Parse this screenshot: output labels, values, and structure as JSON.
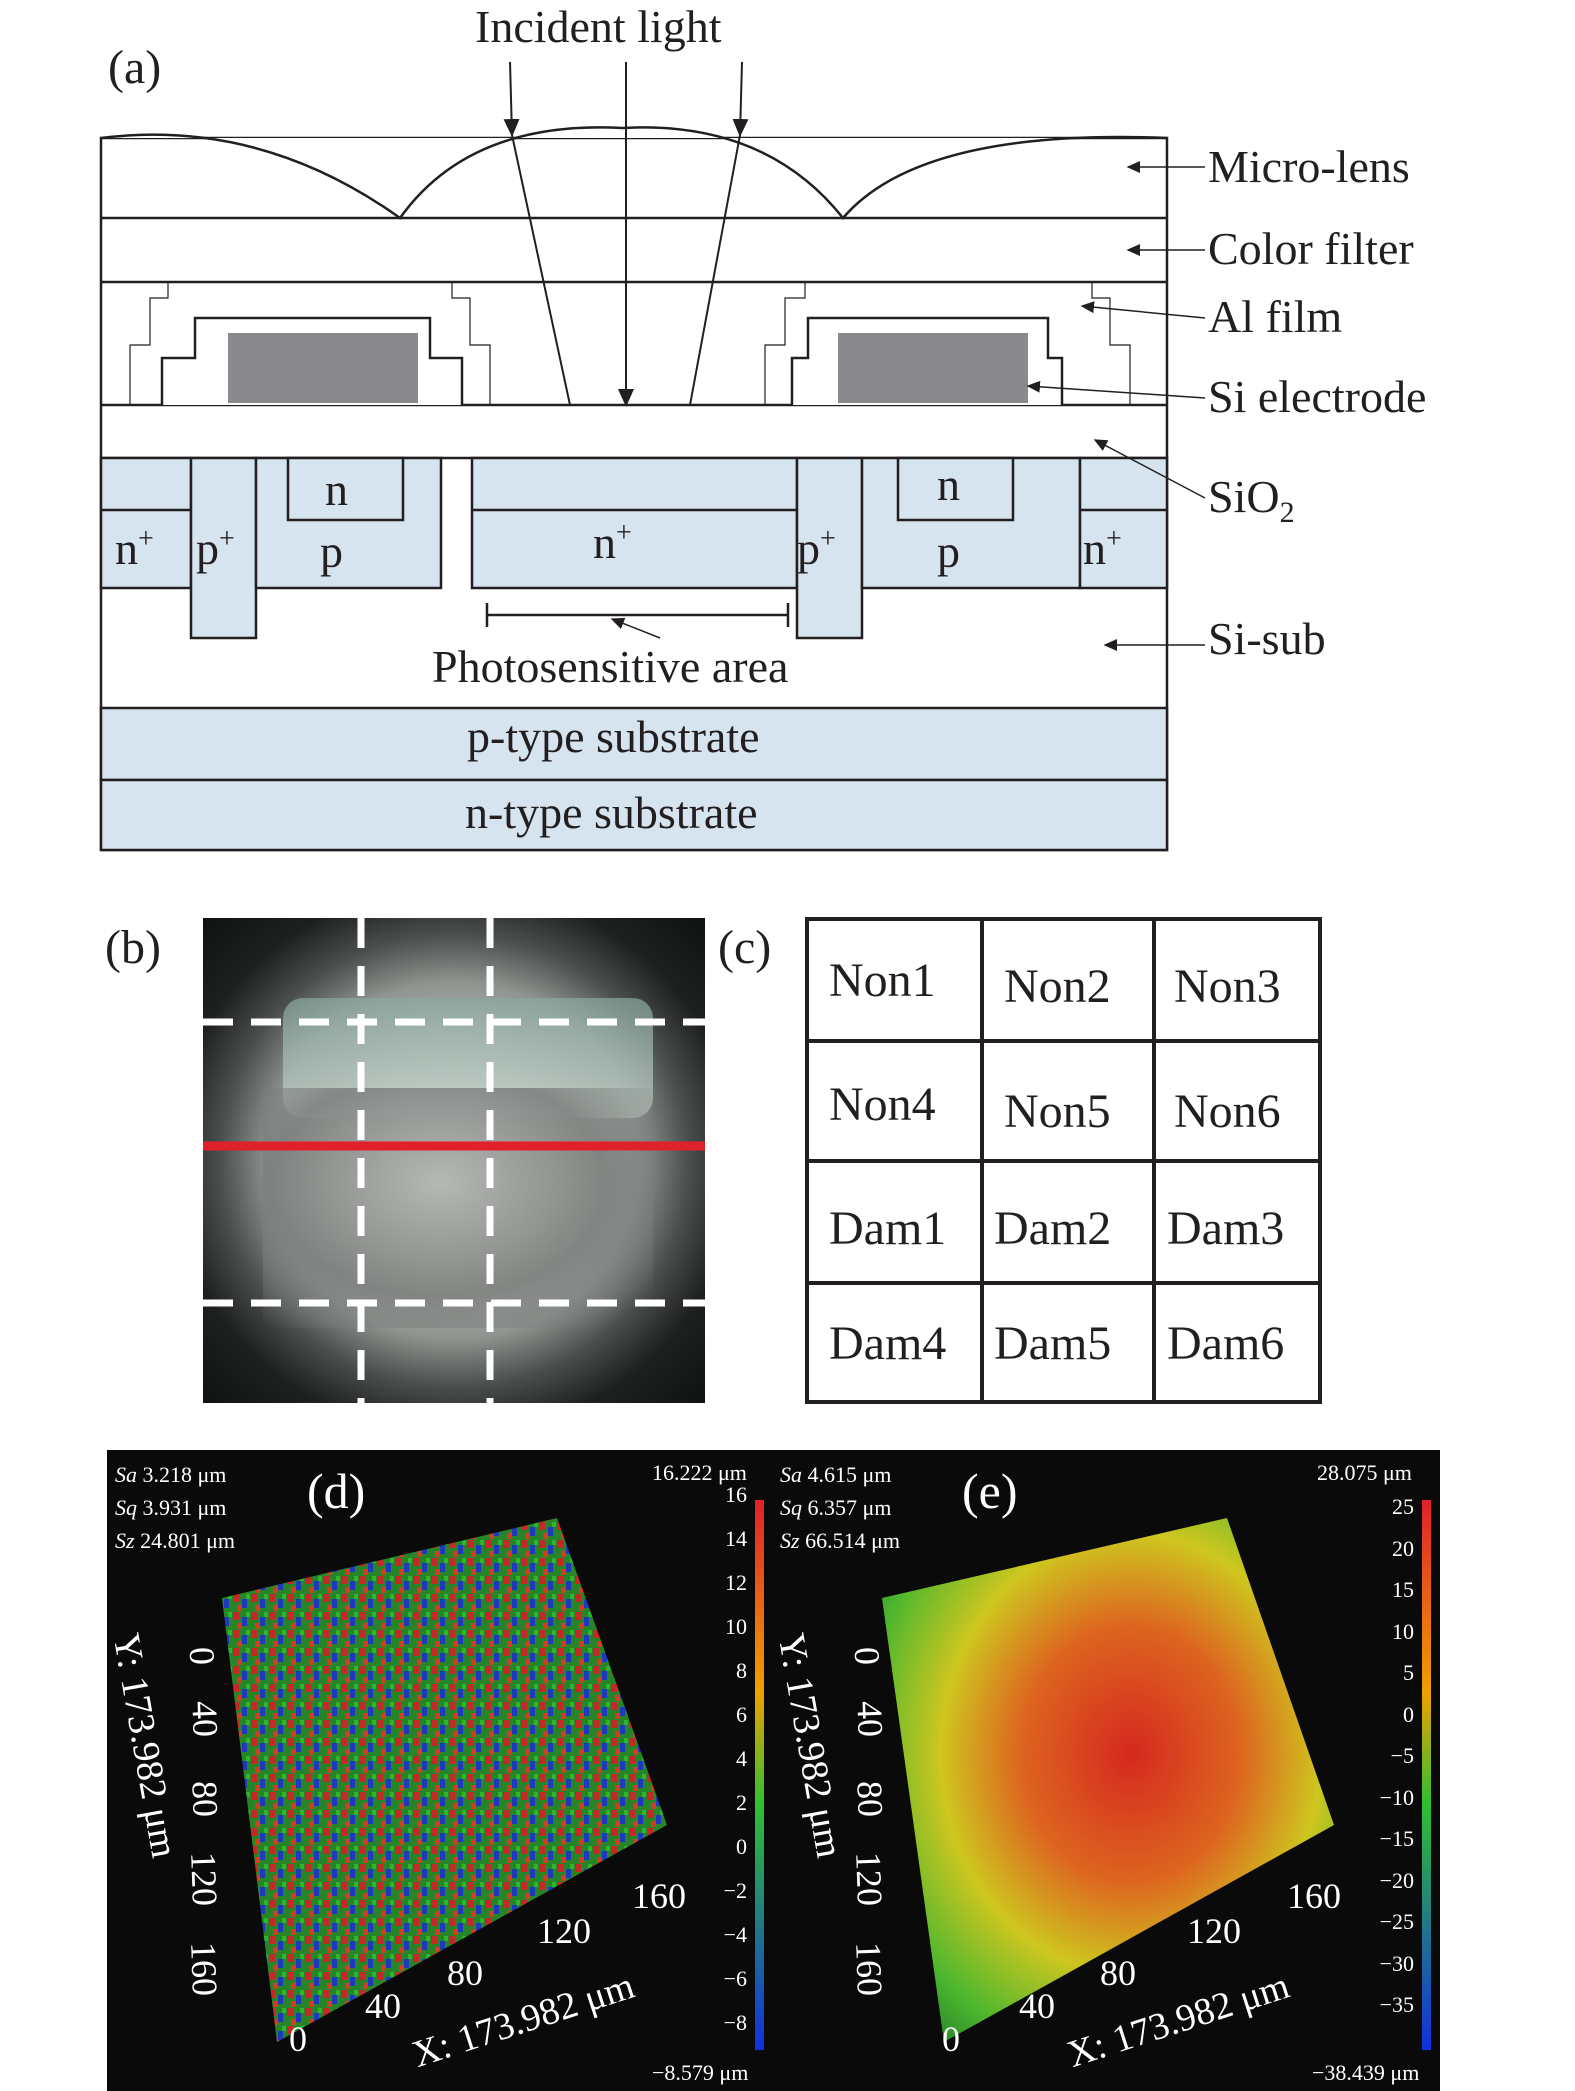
{
  "panel_a": {
    "letter": "(a)",
    "incident_light": "Incident light",
    "labels": {
      "micro_lens": "Micro-lens",
      "color_filter": "Color filter",
      "al_film": "Al film",
      "si_electrode": "Si electrode",
      "sio2_base": "SiO",
      "sio2_sub": "2",
      "si_sub": "Si-sub"
    },
    "regions": {
      "n_left_top": "n",
      "p_left": "p",
      "n_right_top": "n",
      "p_right": "p",
      "nplus_left": "n",
      "pplus_left": "p",
      "nplus_center": "n",
      "pplus_right": "p",
      "nplus_right": "n",
      "plus": "+"
    },
    "photosensitive_area": "Photosensitive area",
    "p_type_substrate": "p-type substrate",
    "n_type_substrate": "n-type substrate"
  },
  "panel_b": {
    "letter": "(b)"
  },
  "panel_c": {
    "letter": "(c)",
    "rows": [
      [
        "Non1",
        "Non2",
        "Non3"
      ],
      [
        "Non4",
        "Non5",
        "Non6"
      ],
      [
        "Dam1",
        "Dam2",
        "Dam3"
      ],
      [
        "Dam4",
        "Dam5",
        "Dam6"
      ]
    ]
  },
  "panel_d": {
    "letter": "(d)",
    "stats": [
      {
        "name": "Sa",
        "value": "3.218 μm"
      },
      {
        "name": "Sq",
        "value": "3.931 μm"
      },
      {
        "name": "Sz",
        "value": "24.801 μm"
      }
    ],
    "scale_max": "16.222 μm",
    "scale_min": "−8.579 μm",
    "ticks": [
      "16",
      "14",
      "12",
      "10",
      "8",
      "6",
      "4",
      "2",
      "0",
      "−2",
      "−4",
      "−6",
      "−8"
    ],
    "x_ticks": [
      "0",
      "40",
      "80",
      "120",
      "160"
    ],
    "y_ticks": [
      "0",
      "40",
      "80",
      "120",
      "160"
    ],
    "x_title": "X: 173.982 μm",
    "y_title": "Y: 173.982 μm"
  },
  "panel_e": {
    "letter": "(e)",
    "stats": [
      {
        "name": "Sa",
        "value": "4.615 μm"
      },
      {
        "name": "Sq",
        "value": "6.357 μm"
      },
      {
        "name": "Sz",
        "value": "66.514 μm"
      }
    ],
    "scale_max": "28.075 μm",
    "scale_min": "−38.439 μm",
    "ticks": [
      "25",
      "20",
      "15",
      "10",
      "5",
      "0",
      "−5",
      "−10",
      "−15",
      "−20",
      "−25",
      "−30",
      "−35"
    ],
    "x_ticks": [
      "0",
      "40",
      "80",
      "120",
      "160"
    ],
    "y_ticks": [
      "0",
      "40",
      "80",
      "120",
      "160"
    ],
    "x_title": "X: 173.982 μm",
    "y_title": "Y: 173.982 μm"
  },
  "colors": {
    "silicon_blue": "#d6e4ef",
    "electrode_gray": "#8a8a8e",
    "line": "#231f20",
    "marker_red": "#e0202a"
  }
}
